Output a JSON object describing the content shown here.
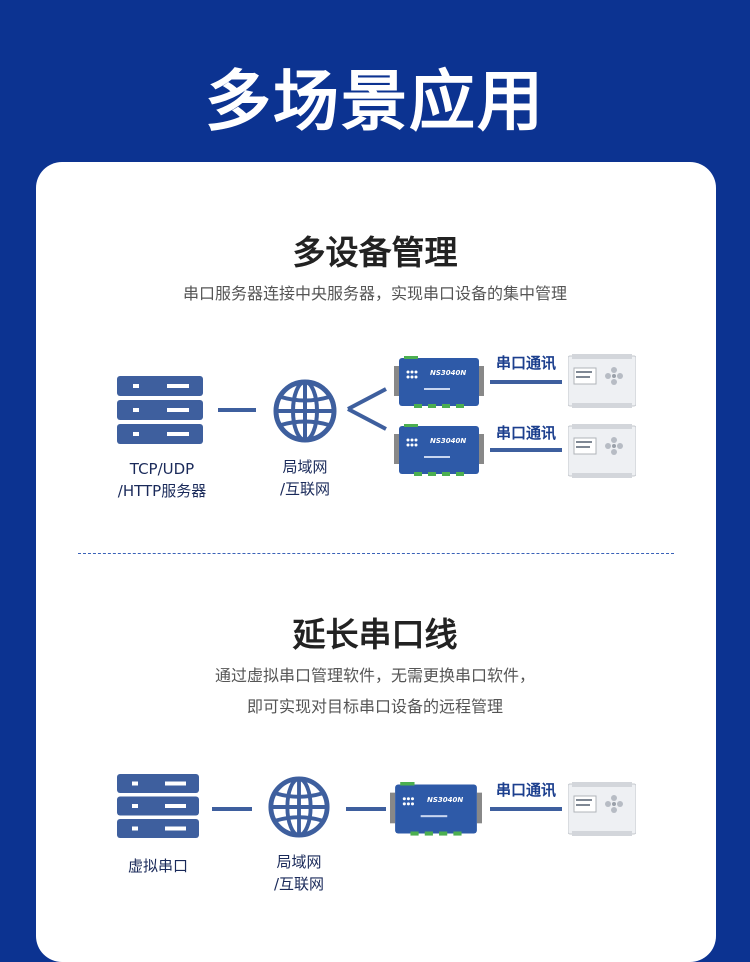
{
  "header": {
    "title": "多场景应用"
  },
  "section1": {
    "title": "多设备管理",
    "description": "串口服务器连接中央服务器，实现串口设备的集中管理",
    "server_label_line1": "TCP/UDP",
    "server_label_line2": "/HTTP服务器",
    "network_label_line1": "局域网",
    "network_label_line2": "/互联网",
    "link_label_top": "串口通讯",
    "link_label_bottom": "串口通讯",
    "device_model": "NS3040N"
  },
  "section2": {
    "title": "延长串口线",
    "description_line1": "通过虚拟串口管理软件，无需更换串口软件，",
    "description_line2": "即可实现对目标串口设备的远程管理",
    "server_label": "虚拟串口",
    "network_label_line1": "局域网",
    "network_label_line2": "/互联网",
    "link_label": "串口通讯",
    "device_model": "NS3040N"
  },
  "colors": {
    "background": "#0c3391",
    "card": "#ffffff",
    "icon_blue": "#3e5f9e",
    "device_blue": "#2e5aa8"
  },
  "icons": [
    "server-icon",
    "globe-icon",
    "serial-server-device",
    "plc-terminal"
  ]
}
